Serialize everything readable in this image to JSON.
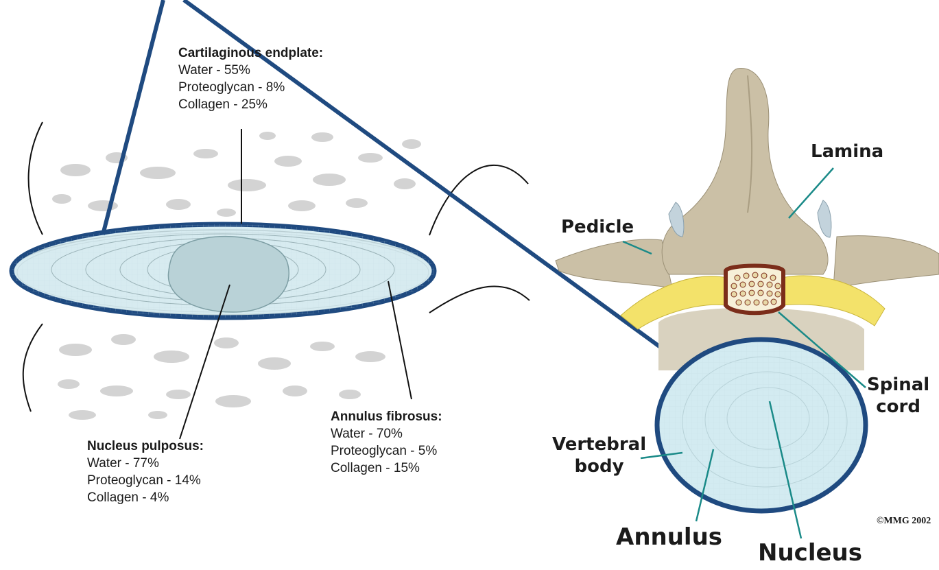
{
  "disc_labels": {
    "cartilaginous_endplate": {
      "title": "Cartilaginous endplate:",
      "lines": [
        "Water - 55%",
        "Proteoglycan - 8%",
        "Collagen - 25%"
      ]
    },
    "nucleus_pulposus": {
      "title": "Nucleus pulposus:",
      "lines": [
        "Water - 77%",
        "Proteoglycan - 14%",
        "Collagen - 4%"
      ]
    },
    "annulus_fibrosus": {
      "title": "Annulus fibrosus:",
      "lines": [
        "Water - 70%",
        "Proteoglycan - 5%",
        "Collagen - 15%"
      ]
    }
  },
  "vertebra_labels": {
    "lamina": "Lamina",
    "pedicle": "Pedicle",
    "spinal_cord": [
      "Spinal",
      "cord"
    ],
    "vertebral_body": [
      "Vertebral",
      "body"
    ],
    "annulus": "Annulus",
    "nucleus": "Nucleus"
  },
  "copyright": "©MMG 2002",
  "colors": {
    "highlight_outline": "#1f4a80",
    "highlight_fill": "#d3ebf1",
    "bone": "#cbc0a6",
    "nerve_yellow": "#f3e26a",
    "cord_brown": "#7b2d1a",
    "leader_teal": "#1a8a88",
    "dots_gray": "#d3d3d3"
  }
}
